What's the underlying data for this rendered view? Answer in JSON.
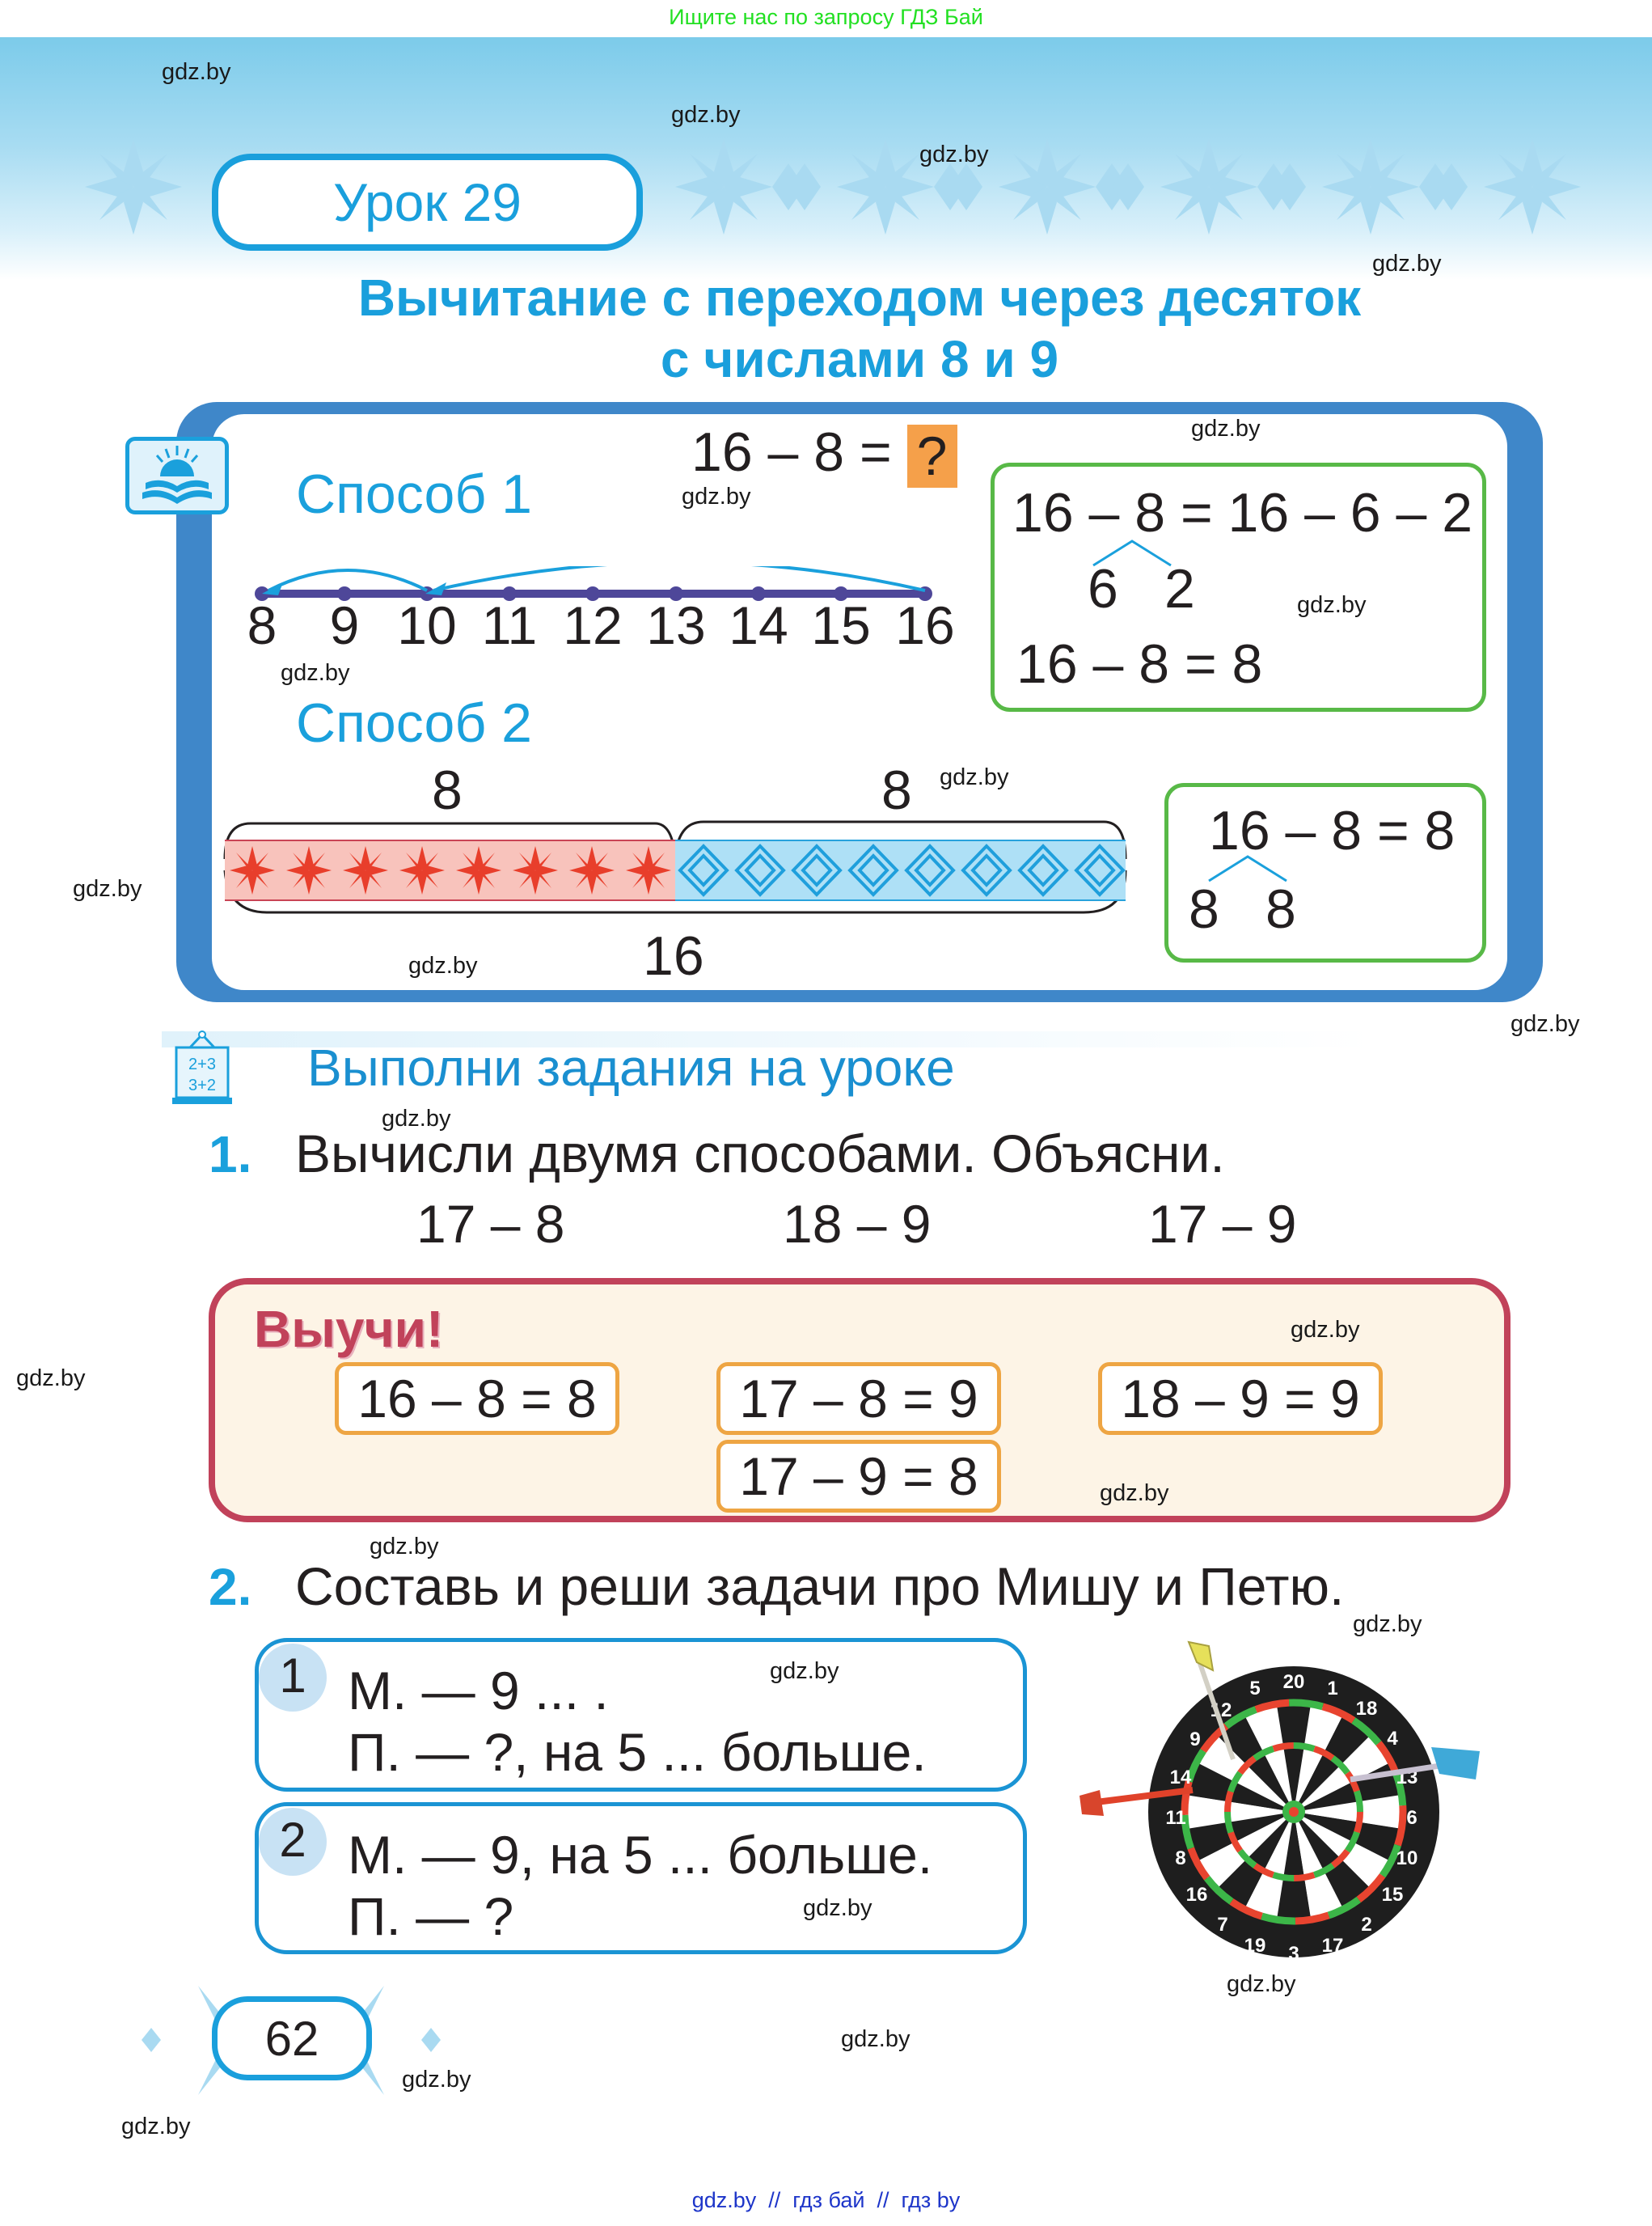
{
  "top_banner": "Ищите нас по запросу ГДЗ Бай",
  "lesson": {
    "label": "Урок 29"
  },
  "title": {
    "line1": "Вычитание с переходом через десяток",
    "line2": "с числами 8 и 9"
  },
  "theory": {
    "equation": {
      "lhs": "16 – 8 =",
      "unknown": "?"
    },
    "method1": {
      "label": "Способ 1",
      "numberline": [
        "8",
        "9",
        "10",
        "11",
        "12",
        "13",
        "14",
        "15",
        "16"
      ],
      "box": {
        "line1": "16 – 8 = 16 – 6 – 2",
        "split_a": "6",
        "split_b": "2",
        "line3": "16 – 8 = 8"
      }
    },
    "method2": {
      "label": "Способ 2",
      "part_left": "8",
      "part_right": "8",
      "whole": "16",
      "box": {
        "line1": "16 – 8 = 8",
        "split_a": "8",
        "split_b": "8"
      }
    }
  },
  "exercises": {
    "header": "Выполни задания на уроке",
    "icon_text_1": "2+3",
    "icon_text_2": "3+2"
  },
  "task1": {
    "number": "1.",
    "text": "Вычисли двумя способами. Объясни.",
    "expressions": [
      "17 – 8",
      "18 – 9",
      "17 – 9"
    ]
  },
  "learn": {
    "title": "Выучи!",
    "cards": [
      "16 – 8 = 8",
      "17 – 8 = 9",
      "18 – 9 = 9",
      "17 – 9 = 8"
    ]
  },
  "task2": {
    "number": "2.",
    "text": "Составь и реши задачи про Мишу и Петю.",
    "problems": [
      {
        "num": "1",
        "line1": "М. — 9 ... .",
        "line2": "П. — ?, на 5 ... больше."
      },
      {
        "num": "2",
        "line1": "М. — 9, на 5 ... больше.",
        "line2": "П. — ?"
      }
    ],
    "dartboard_numbers": [
      "20",
      "1",
      "18",
      "4",
      "13",
      "6",
      "10",
      "15",
      "2",
      "17",
      "3",
      "19",
      "7",
      "16",
      "8",
      "11",
      "14",
      "9",
      "12",
      "5"
    ]
  },
  "page_number": "62",
  "watermark": "gdz.by",
  "bottom_links": "gdz.by  //  гдз бай  //  гдз by",
  "colors": {
    "accent_blue": "#1a9fdc",
    "panel_blue": "#3f87c9",
    "green": "#58b947",
    "learn_red": "#c1425a",
    "orange": "#eea543",
    "question_orange": "#f5a04a"
  }
}
